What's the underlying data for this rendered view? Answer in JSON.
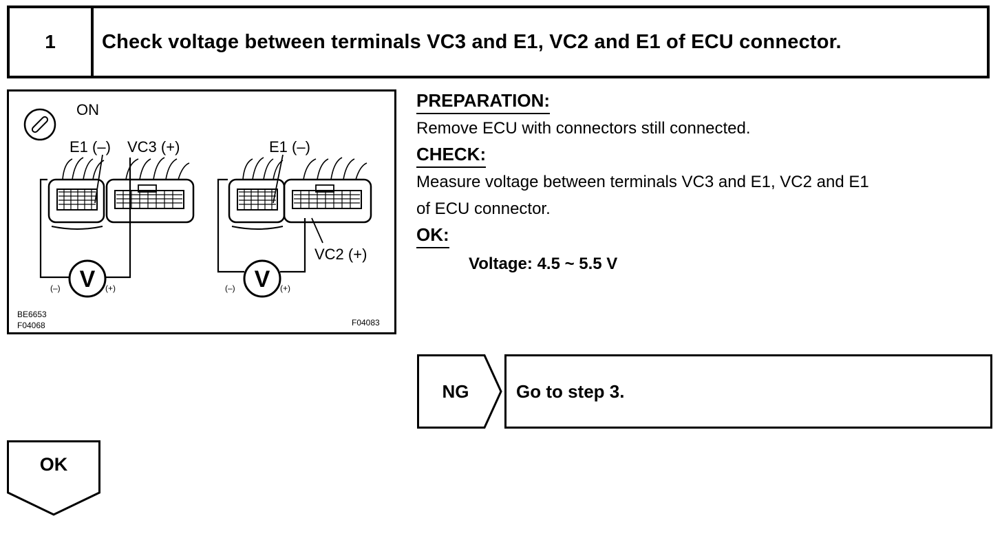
{
  "step": {
    "number": "1",
    "title": "Check voltage between terminals VC3 and E1, VC2 and E1 of ECU connector."
  },
  "diagram": {
    "ignition_label": "ON",
    "left_neg_label": "E1 (–)",
    "left_pos_label": "VC3 (+)",
    "right_neg_label": "E1 (–)",
    "right_pos_label": "VC2 (+)",
    "meter_symbol": "V",
    "probe_neg": "(–)",
    "probe_pos": "(+)",
    "code_1": "BE6653",
    "code_2": "F04068",
    "code_3": "F04083"
  },
  "instructions": {
    "preparation_heading": "PREPARATION:",
    "preparation_text": "Remove ECU with connectors still connected.",
    "check_heading": "CHECK:",
    "check_text_line1": "Measure voltage between terminals VC3 and E1, VC2 and E1",
    "check_text_line2": "of ECU connector.",
    "ok_heading": "OK:",
    "ok_value": "Voltage: 4.5 ~ 5.5 V"
  },
  "ng": {
    "label": "NG",
    "action": "Go to step 3."
  },
  "ok": {
    "label": "OK"
  }
}
